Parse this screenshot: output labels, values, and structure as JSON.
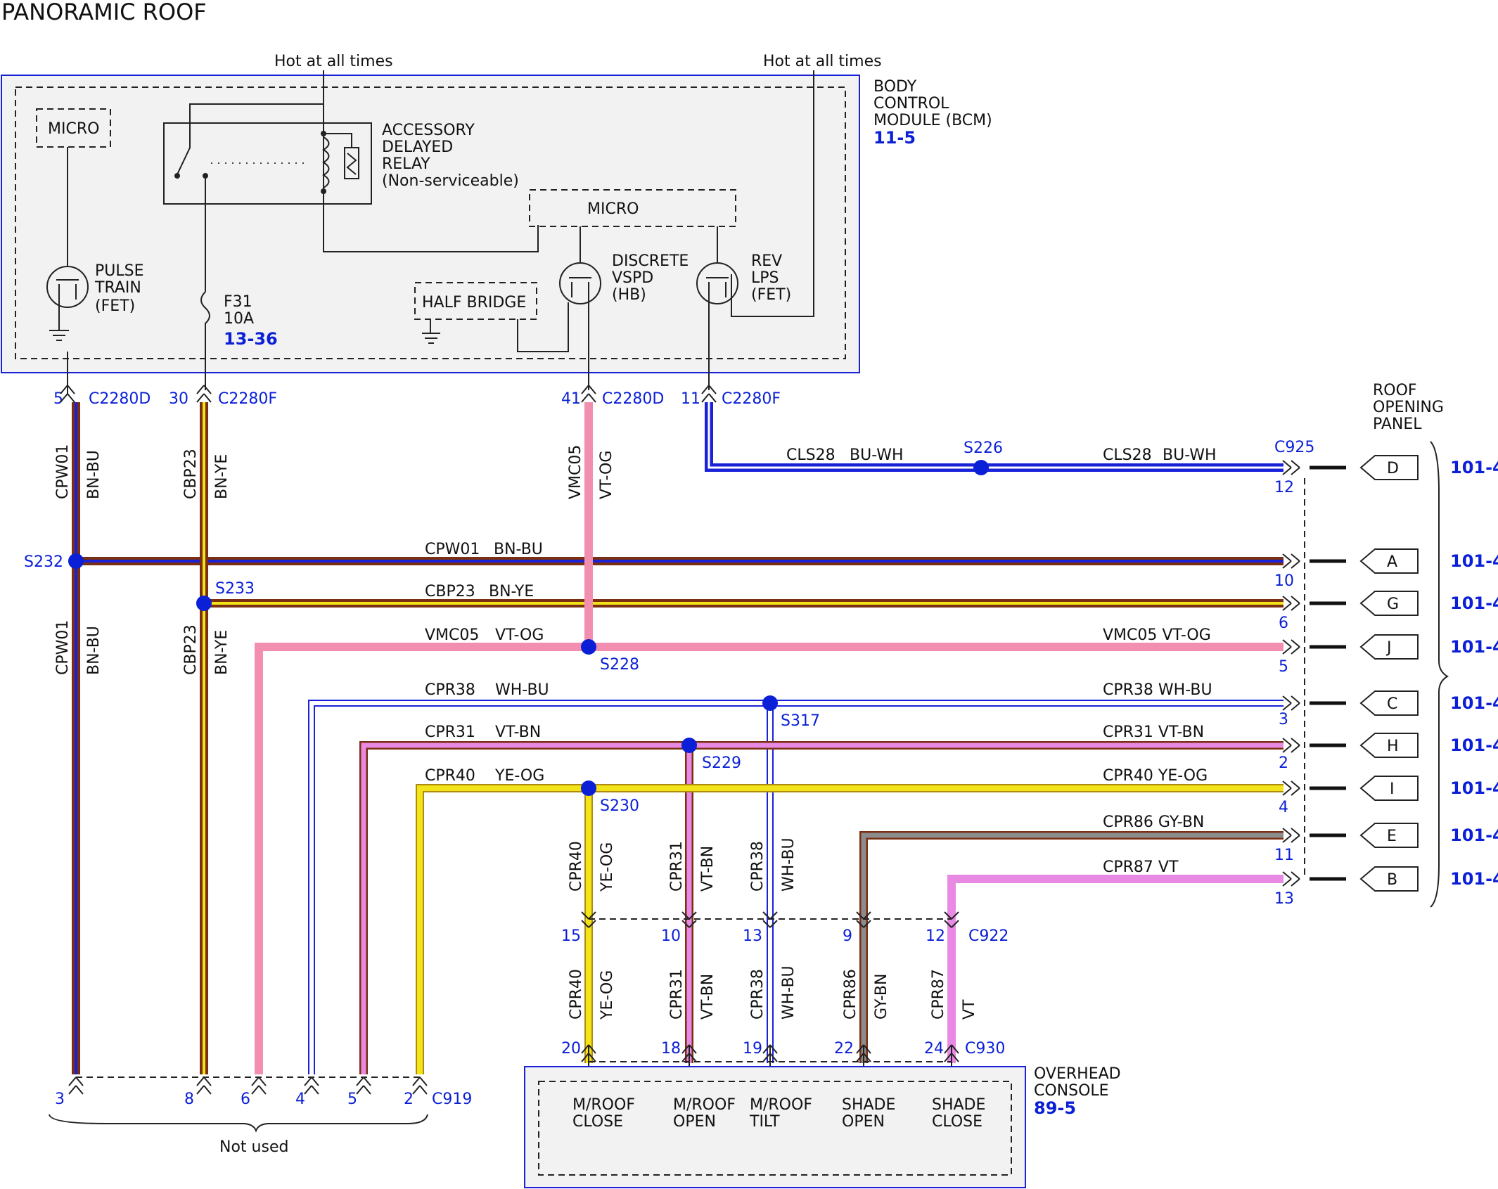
{
  "title": "PANORAMIC ROOF",
  "hot_labels": [
    "Hot at all times",
    "Hot at all times"
  ],
  "bcm": {
    "name_lines": [
      "BODY",
      "CONTROL",
      "MODULE (BCM)"
    ],
    "ref": "11-5",
    "micro_left": "MICRO",
    "micro_center": "MICRO",
    "relay_lines": [
      "ACCESSORY",
      "DELAYED",
      "RELAY",
      "(Non-serviceable)"
    ],
    "pulse_lines": [
      "PULSE",
      "TRAIN",
      "(FET)"
    ],
    "fuse_lines": [
      "F31",
      "10A"
    ],
    "fuse_ref": "13-36",
    "half_bridge": "HALF BRIDGE",
    "discrete_lines": [
      "DISCRETE",
      "VSPD",
      "(HB)"
    ],
    "rev_lines": [
      "REV",
      "LPS",
      "(FET)"
    ]
  },
  "bcm_pins": [
    {
      "pin": "5",
      "connector": "C2280D"
    },
    {
      "pin": "30",
      "connector": "C2280F"
    },
    {
      "pin": "41",
      "connector": "C2280D"
    },
    {
      "pin": "11",
      "connector": "C2280F"
    }
  ],
  "roof_panel": {
    "name_lines": [
      "ROOF",
      "OPENING",
      "PANEL"
    ],
    "connector": "C925",
    "rows": [
      {
        "pin": "12",
        "letter": "D",
        "ref": "101-4"
      },
      {
        "pin": "10",
        "letter": "A",
        "ref": "101-4"
      },
      {
        "pin": "6",
        "letter": "G",
        "ref": "101-4"
      },
      {
        "pin": "5",
        "letter": "J",
        "ref": "101-4"
      },
      {
        "pin": "3",
        "letter": "C",
        "ref": "101-4"
      },
      {
        "pin": "2",
        "letter": "H",
        "ref": "101-4"
      },
      {
        "pin": "4",
        "letter": "I",
        "ref": "101-4"
      },
      {
        "pin": "11",
        "letter": "E",
        "ref": "101-4"
      },
      {
        "pin": "13",
        "letter": "B",
        "ref": "101-4"
      }
    ]
  },
  "horizontal_wires": [
    {
      "circuit": "CLS28",
      "color": "BU-WH",
      "circuit2": "CLS28",
      "color2": "BU-WH"
    },
    {
      "circuit": "CPW01",
      "color": "BN-BU"
    },
    {
      "circuit": "CBP23",
      "color": "BN-YE"
    },
    {
      "circuit": "VMC05",
      "color": "VT-OG",
      "right": "VMC05 VT-OG"
    },
    {
      "circuit": "CPR38",
      "color": "WH-BU",
      "right": "CPR38 WH-BU"
    },
    {
      "circuit": "CPR31",
      "color": "VT-BN",
      "right": "CPR31 VT-BN"
    },
    {
      "circuit": "CPR40",
      "color": "YE-OG",
      "right": "CPR40 YE-OG"
    },
    {
      "right": "CPR86 GY-BN"
    },
    {
      "right": "CPR87 VT"
    }
  ],
  "splices": [
    "S226",
    "S232",
    "S233",
    "S228",
    "S317",
    "S229",
    "S230"
  ],
  "vertical_wire_labels": [
    {
      "circuit": "CPW01",
      "color": "BN-BU"
    },
    {
      "circuit": "CBP23",
      "color": "BN-YE"
    },
    {
      "circuit": "VMC05",
      "color": "VT-OG"
    },
    {
      "circuit": "CPW01",
      "color": "BN-BU"
    },
    {
      "circuit": "CBP23",
      "color": "BN-YE"
    },
    {
      "circuit": "CPR40",
      "color": "YE-OG"
    },
    {
      "circuit": "CPR31",
      "color": "VT-BN"
    },
    {
      "circuit": "CPR38",
      "color": "WH-BU"
    },
    {
      "circuit": "CPR40",
      "color": "YE-OG"
    },
    {
      "circuit": "CPR31",
      "color": "VT-BN"
    },
    {
      "circuit": "CPR38",
      "color": "WH-BU"
    },
    {
      "circuit": "CPR86",
      "color": "GY-BN"
    },
    {
      "circuit": "CPR87",
      "color": "VT"
    }
  ],
  "c922": {
    "connector": "C922",
    "pins": [
      "15",
      "10",
      "13",
      "9",
      "12"
    ]
  },
  "c930": {
    "connector": "C930",
    "pins": [
      "20",
      "18",
      "19",
      "22",
      "24"
    ]
  },
  "c919": {
    "connector": "C919",
    "pins": [
      "3",
      "8",
      "6",
      "4",
      "5",
      "2"
    ],
    "note": "Not used"
  },
  "overhead": {
    "name_lines": [
      "OVERHEAD",
      "CONSOLE"
    ],
    "ref": "89-5",
    "switches": [
      [
        "M/ROOF",
        "CLOSE"
      ],
      [
        "M/ROOF",
        "OPEN"
      ],
      [
        "M/ROOF",
        "TILT"
      ],
      [
        "SHADE",
        "OPEN"
      ],
      [
        "SHADE",
        "CLOSE"
      ]
    ]
  },
  "wire_colors": {
    "BN": "#7a2e12",
    "BU": "#1a22d8",
    "YE": "#f2e418",
    "WH": "#ffffff",
    "VT": "#e88ae4",
    "OG": "#f0a070",
    "GY": "#8c8c8c",
    "PINK": "#f28fb0",
    "splice": "#0a1fd6",
    "module_border": "#1a22d8",
    "module_fill": "#f2f2f2"
  }
}
